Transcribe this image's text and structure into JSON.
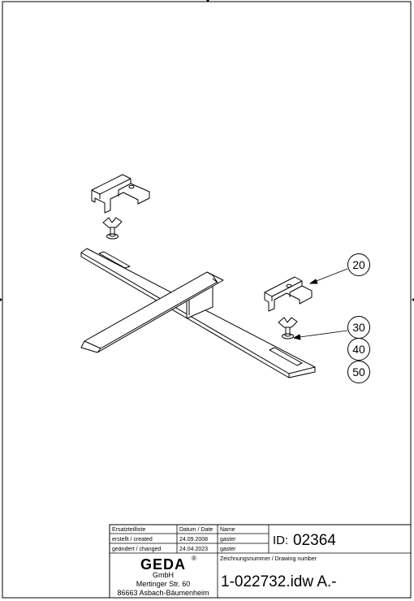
{
  "callouts": [
    "20",
    "30",
    "40",
    "50"
  ],
  "title_block": {
    "col_list": "Ersatzteilliste",
    "col_date": "Datum / Date",
    "col_name": "Name",
    "row_created_label": "erstellt / created",
    "row_created_date": "24.09.2008",
    "row_created_name": "gaster",
    "row_changed_label": "geändert / changed",
    "row_changed_date": "24.04.2023",
    "row_changed_name": "gaster",
    "id_label": "ID:",
    "id_value": "02364",
    "drawing_number_label": "Zeichnungsnummer / Drawing number",
    "drawing_number": "1-022732.idw A.-",
    "company_logo": "GEDA",
    "company_logo_mark": "®",
    "company_gmbh": "GmbH",
    "company_street": "Mertinger Str. 60",
    "company_city": "86663 Asbach-Bäumenheim"
  }
}
